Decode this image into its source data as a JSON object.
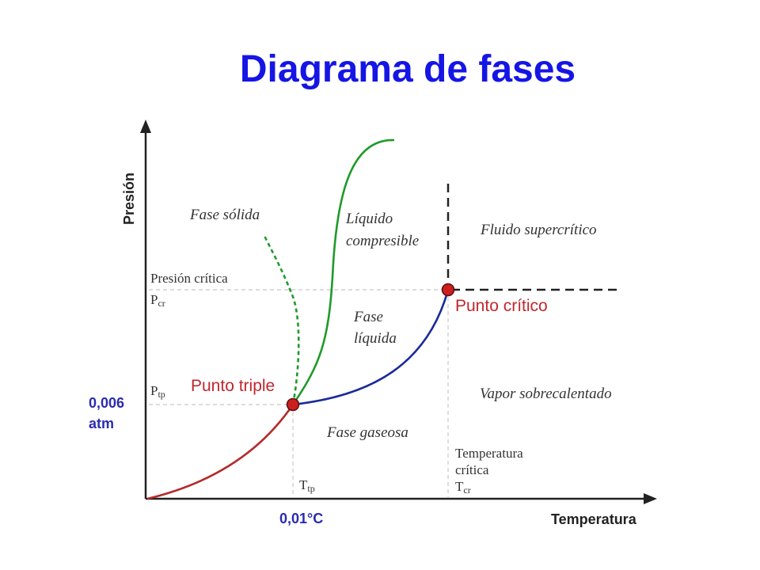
{
  "title": "Diagrama de fases",
  "axes": {
    "x_label": "Temperatura",
    "y_label": "Presión"
  },
  "regions": {
    "solid": "Fase sólida",
    "liquid_compressible_line1": "Líquido",
    "liquid_compressible_line2": "compresible",
    "supercritical": "Fluido supercrítico",
    "liquid_line1": "Fase",
    "liquid_line2": "líquida",
    "superheated_vapor": "Vapor sobrecalentado",
    "gas": "Fase gaseosa"
  },
  "points": {
    "triple": "Punto triple",
    "critical": "Punto crítico"
  },
  "y_annotations": {
    "critical_pressure": "Presión crítica",
    "p_cr_main": "P",
    "p_cr_sub": "cr",
    "p_tp_main": "P",
    "p_tp_sub": "tp",
    "triple_pressure_value_line1": "0,006",
    "triple_pressure_value_line2": "atm"
  },
  "x_annotations": {
    "t_tp_main": "T",
    "t_tp_sub": "tp",
    "triple_temperature_value": "0,01°C",
    "critical_temperature_line1": "Temperatura",
    "critical_temperature_line2": "crítica",
    "t_cr_main": "T",
    "t_cr_sub": "cr"
  },
  "colors": {
    "title": "#1515e6",
    "sublimation_curve": "#b52a2a",
    "fusion_curve": "#1f9a2a",
    "vaporization_curve": "#1a2a9a",
    "point_fill": "#cc1f1f",
    "guide_lines": "#c8c8c8",
    "axis": "#222222"
  }
}
